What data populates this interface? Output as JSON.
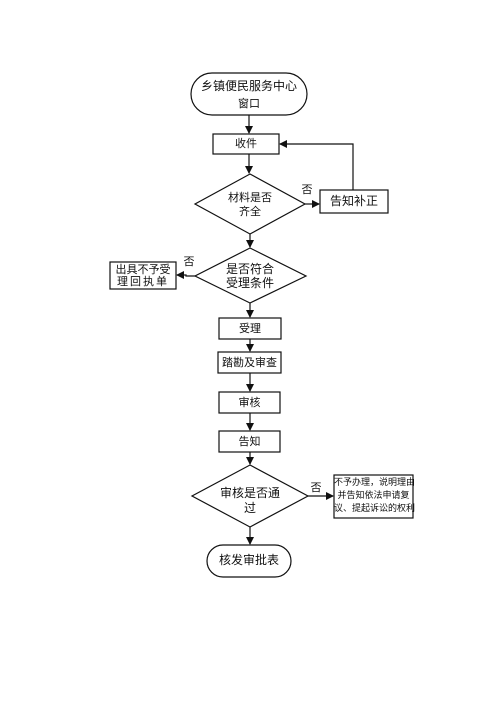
{
  "flow": {
    "start_line1": "乡镇便民服务中心",
    "start_line2": "窗口",
    "receive": "收件",
    "check_materials_line1": "材料是否",
    "check_materials_line2": "齐全",
    "no_label_1": "否",
    "notify_correction": "告知补正",
    "check_acceptance_line1": "是否符合",
    "check_acceptance_line2": "受理条件",
    "no_label_2": "否",
    "reject_receipt_line1": "出具不予受",
    "reject_receipt_line2": "理回执单",
    "accept": "受理",
    "survey_review": "踏勘及审查",
    "verify": "审核",
    "notify": "告知",
    "check_approved_line1": "审核是否通",
    "check_approved_line2": "过",
    "no_label_3": "否",
    "deny_line1": "不予办理，说明理由",
    "deny_line2": "并告知依法申请复",
    "deny_line3": "议、提起诉讼的权利",
    "issue_approval": "核发审批表"
  },
  "colors": {
    "stroke": "#111111",
    "fill": "#ffffff"
  }
}
